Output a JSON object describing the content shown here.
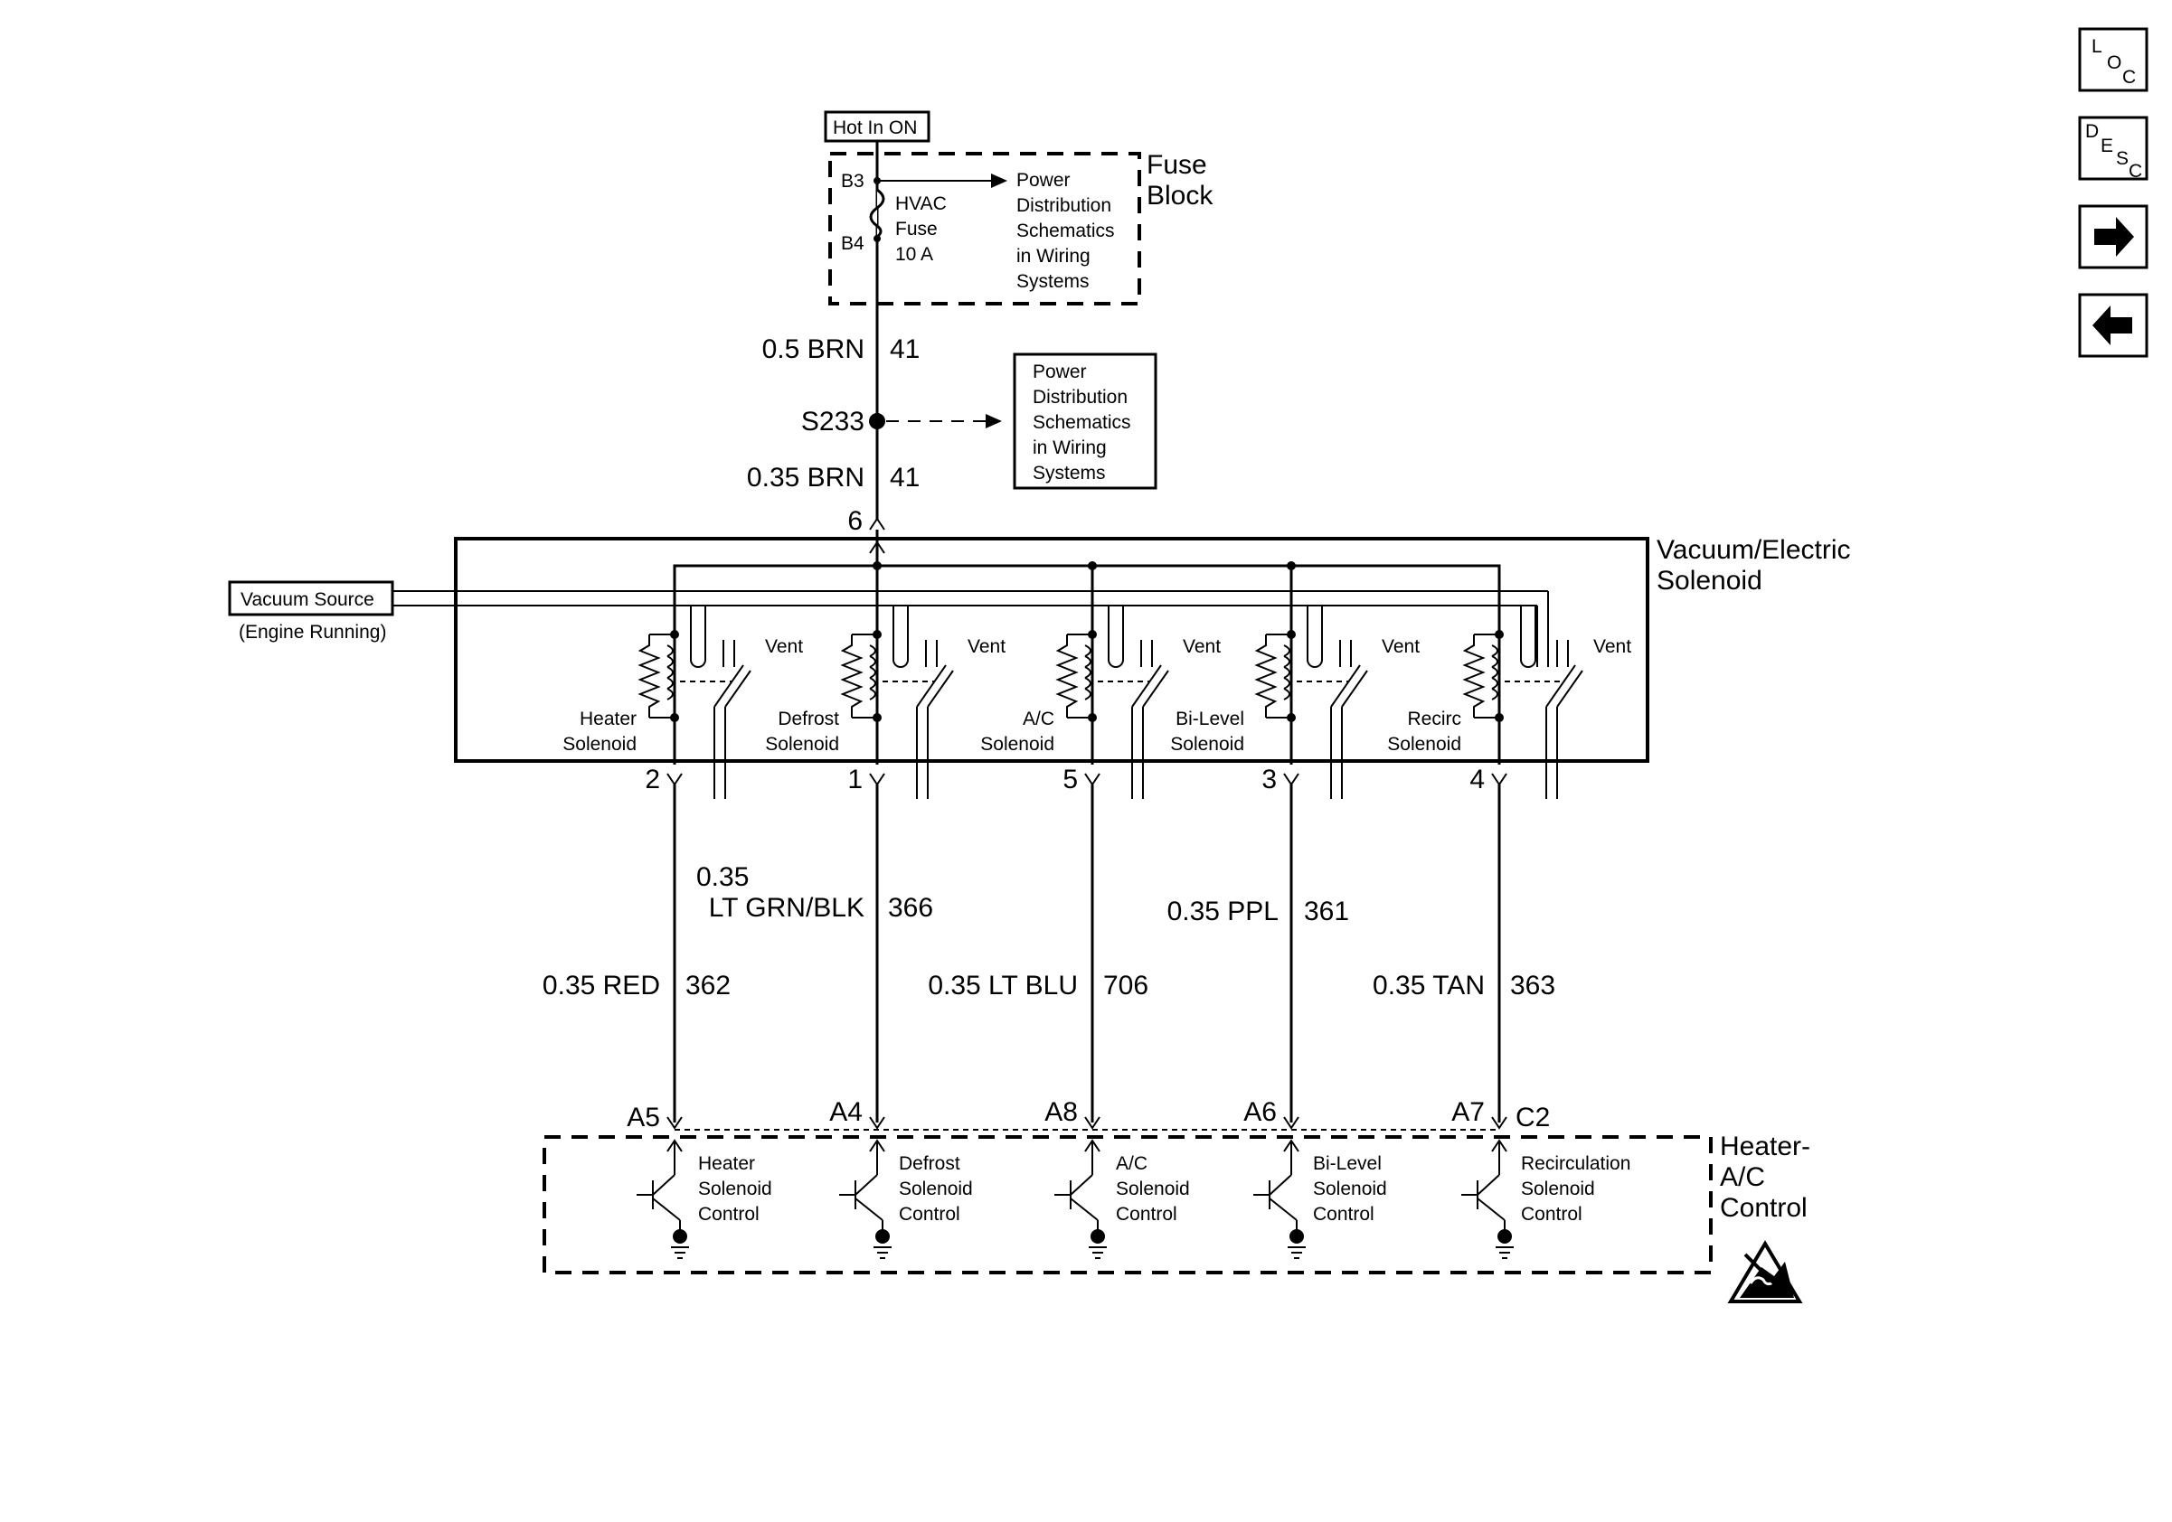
{
  "hot_in_on": "Hot In ON",
  "fuse_block": {
    "title_line1": "Fuse",
    "title_line2": "Block",
    "pin_in": "B3",
    "pin_out": "B4",
    "fuse_name_1": "HVAC",
    "fuse_name_2": "Fuse",
    "fuse_rating": "10 A",
    "ref_lines": [
      "Power",
      "Distribution",
      "Schematics",
      "in Wiring",
      "Systems"
    ]
  },
  "feed_wires": {
    "upper_gauge_color": "0.5 BRN",
    "upper_circuit": "41",
    "splice": "S233",
    "lower_gauge_color": "0.35 BRN",
    "lower_circuit": "41",
    "connector_pin": "6"
  },
  "splice_ref_lines": [
    "Power",
    "Distribution",
    "Schematics",
    "in Wiring",
    "Systems"
  ],
  "solenoid_assembly": {
    "title_line1": "Vacuum/Electric",
    "title_line2": "Solenoid",
    "vacuum_source": "Vacuum Source",
    "vacuum_note": "(Engine Running)",
    "vent_label": "Vent",
    "solenoids": [
      {
        "line1": "Heater",
        "line2": "Solenoid",
        "pin": "2"
      },
      {
        "line1": "Defrost",
        "line2": "Solenoid",
        "pin": "1"
      },
      {
        "line1": "A/C",
        "line2": "Solenoid",
        "pin": "5"
      },
      {
        "line1": "Bi-Level",
        "line2": "Solenoid",
        "pin": "3"
      },
      {
        "line1": "Recirc",
        "line2": "Solenoid",
        "pin": "4"
      }
    ]
  },
  "circuits": [
    {
      "gauge_color": "0.35 RED",
      "circuit": "362"
    },
    {
      "gauge_line1": "0.35",
      "gauge_line2": "LT GRN/BLK",
      "circuit": "366"
    },
    {
      "gauge_color": "0.35 LT BLU",
      "circuit": "706"
    },
    {
      "gauge_color": "0.35 PPL",
      "circuit": "361"
    },
    {
      "gauge_color": "0.35 TAN",
      "circuit": "363"
    }
  ],
  "control_module": {
    "title_line1": "Heater-",
    "title_line2": "A/C",
    "title_line3": "Control",
    "connector_c2": "C2",
    "drivers": [
      {
        "pin": "A5",
        "line1": "Heater",
        "line2": "Solenoid",
        "line3": "Control"
      },
      {
        "pin": "A4",
        "line1": "Defrost",
        "line2": "Solenoid",
        "line3": "Control"
      },
      {
        "pin": "A8",
        "line1": "A/C",
        "line2": "Solenoid",
        "line3": "Control"
      },
      {
        "pin": "A6",
        "line1": "Bi-Level",
        "line2": "Solenoid",
        "line3": "Control"
      },
      {
        "pin": "A7",
        "line1": "Recirculation",
        "line2": "Solenoid",
        "line3": "Control"
      }
    ]
  },
  "nav": {
    "loc": {
      "l": "L",
      "o": "O",
      "c": "C"
    },
    "desc": {
      "d": "D",
      "e": "E",
      "s": "S",
      "c": "C"
    },
    "next_icon": "arrow-right-icon",
    "prev_icon": "arrow-left-icon"
  },
  "esd_icon": "esd-warning-icon"
}
